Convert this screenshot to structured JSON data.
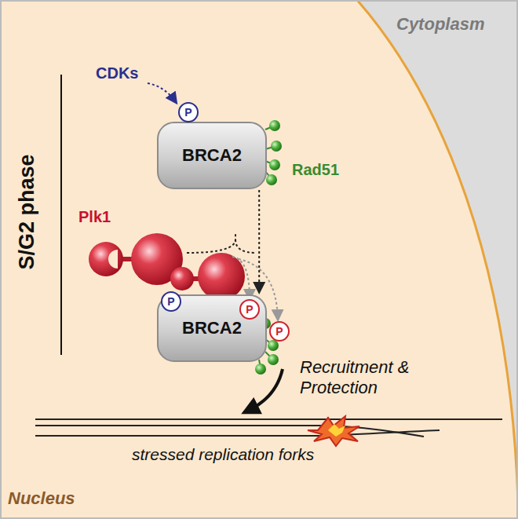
{
  "diagram": {
    "nodes": [
      {
        "text": [
          "BRCA2"
        ]
      },
      {
        "text": [
          "P"
        ]
      },
      {
        "text": [
          "BRCA2"
        ]
      },
      {
        "text": [
          "P"
        ]
      },
      {
        "text": [
          "P"
        ]
      },
      {
        "text": [
          "P"
        ]
      }
    ],
    "edges": [
      {
        "from": 0,
        "to": 2,
        "arrow": "to"
      }
    ],
    "labels": [
      "Cytoplasm",
      "S/G2 phase",
      "CDKs",
      "Rad51",
      "Plk1",
      "Recruitment & Protection",
      "stressed replication forks",
      "Nucleus"
    ]
  }
}
